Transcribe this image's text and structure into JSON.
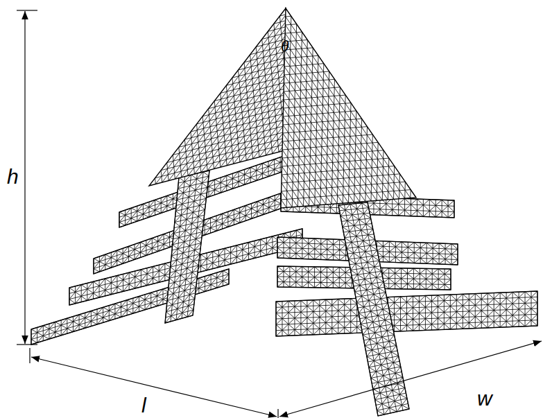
{
  "diagram": {
    "labels": [
      "h",
      "l",
      "w",
      "θ"
    ]
  }
}
